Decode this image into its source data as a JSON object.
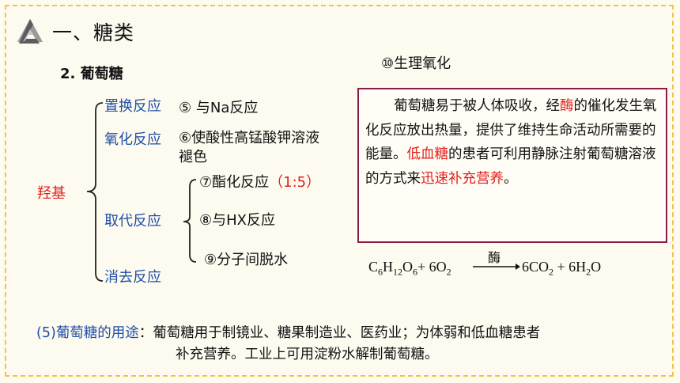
{
  "section_title": "一、糖类",
  "subheading": "2. 葡萄糖",
  "item10": "⑩生理氧化",
  "root_group": "羟基",
  "reactions": {
    "replacement": "置换反应",
    "oxidation": "氧化反应",
    "substitution": "取代反应",
    "elimination": "消去反应"
  },
  "items": {
    "item5": "⑤ 与Na反应",
    "item6_line1": "⑥使酸性高锰酸钾溶液",
    "item6_line2": "褪色",
    "item7": "⑦酯化反应",
    "item7_ratio": "（1:5）",
    "item8": "⑧与HX反应",
    "item9": "⑨分子间脱水"
  },
  "info_box": {
    "p1": "葡萄糖易于被人体吸收，经",
    "enzyme": "酶",
    "p2": "的催化发生氧化反应放出热量，提供了维持生命活动所需要的能量。",
    "hypoglycemia": "低血糖",
    "p3": "的患者可利用静脉注射葡萄糖溶液的方式来",
    "rapid": "迅速补充营养",
    "p4": "。"
  },
  "equation": {
    "catalyst": "酶",
    "lhs_a": "C",
    "lhs_a6": "6",
    "lhs_h": "H",
    "lhs_h12": "12",
    "lhs_o": "O",
    "lhs_o6": "6",
    "lhs_plus": "+ 6O",
    "lhs_o2": "2",
    "rhs_co": "6CO",
    "rhs_co2": "2",
    "rhs_plus": " + 6H",
    "rhs_h2": "2",
    "rhs_o": "O"
  },
  "usage": {
    "label": "(5)葡萄糖的用途",
    "colon": "：",
    "line1": "葡萄糖用于制镜业、糖果制造业、医药业；为体弱和低血糖患者",
    "line2": "补充营养。工业上可用淀粉水解制葡萄糖。"
  },
  "colors": {
    "blue": "#1f4fa6",
    "red": "#e0201d",
    "frame": "#f2c243",
    "box_border": "#8b1a4a"
  }
}
